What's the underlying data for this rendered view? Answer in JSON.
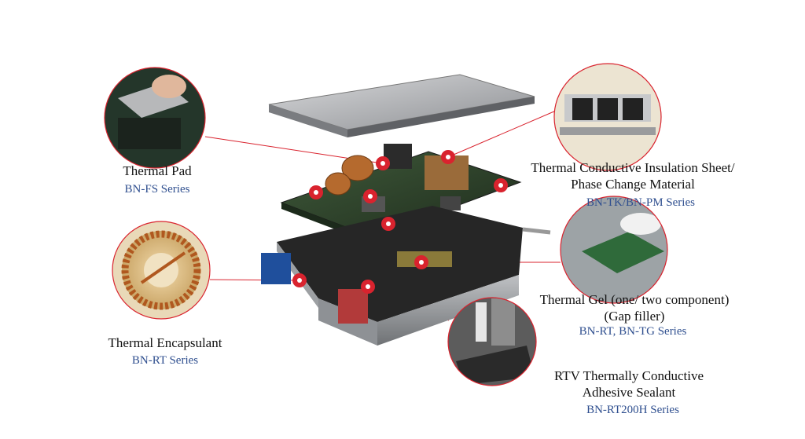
{
  "callouts": [
    {
      "name": "Thermal Pad",
      "series": "BN-FS Series"
    },
    {
      "name": "Thermal Encapsulant",
      "series": "BN-RT Series"
    },
    {
      "name_line1": "Thermal Conductive Insulation Sheet/",
      "name_line2": "Phase Change Material",
      "series": "BN-TK/BN-PM Series"
    },
    {
      "name_line1": "Thermal Gel (one/ two component)",
      "name_line2": "(Gap filler)",
      "series": "BN-RT, BN-TG Series"
    },
    {
      "name_line1": "RTV Thermally Conductive",
      "name_line2": "Adhesive Sealant",
      "series": "BN-RT200H Series"
    }
  ],
  "colors": {
    "accent": "#d9232e",
    "series": "#2f4f8f"
  }
}
